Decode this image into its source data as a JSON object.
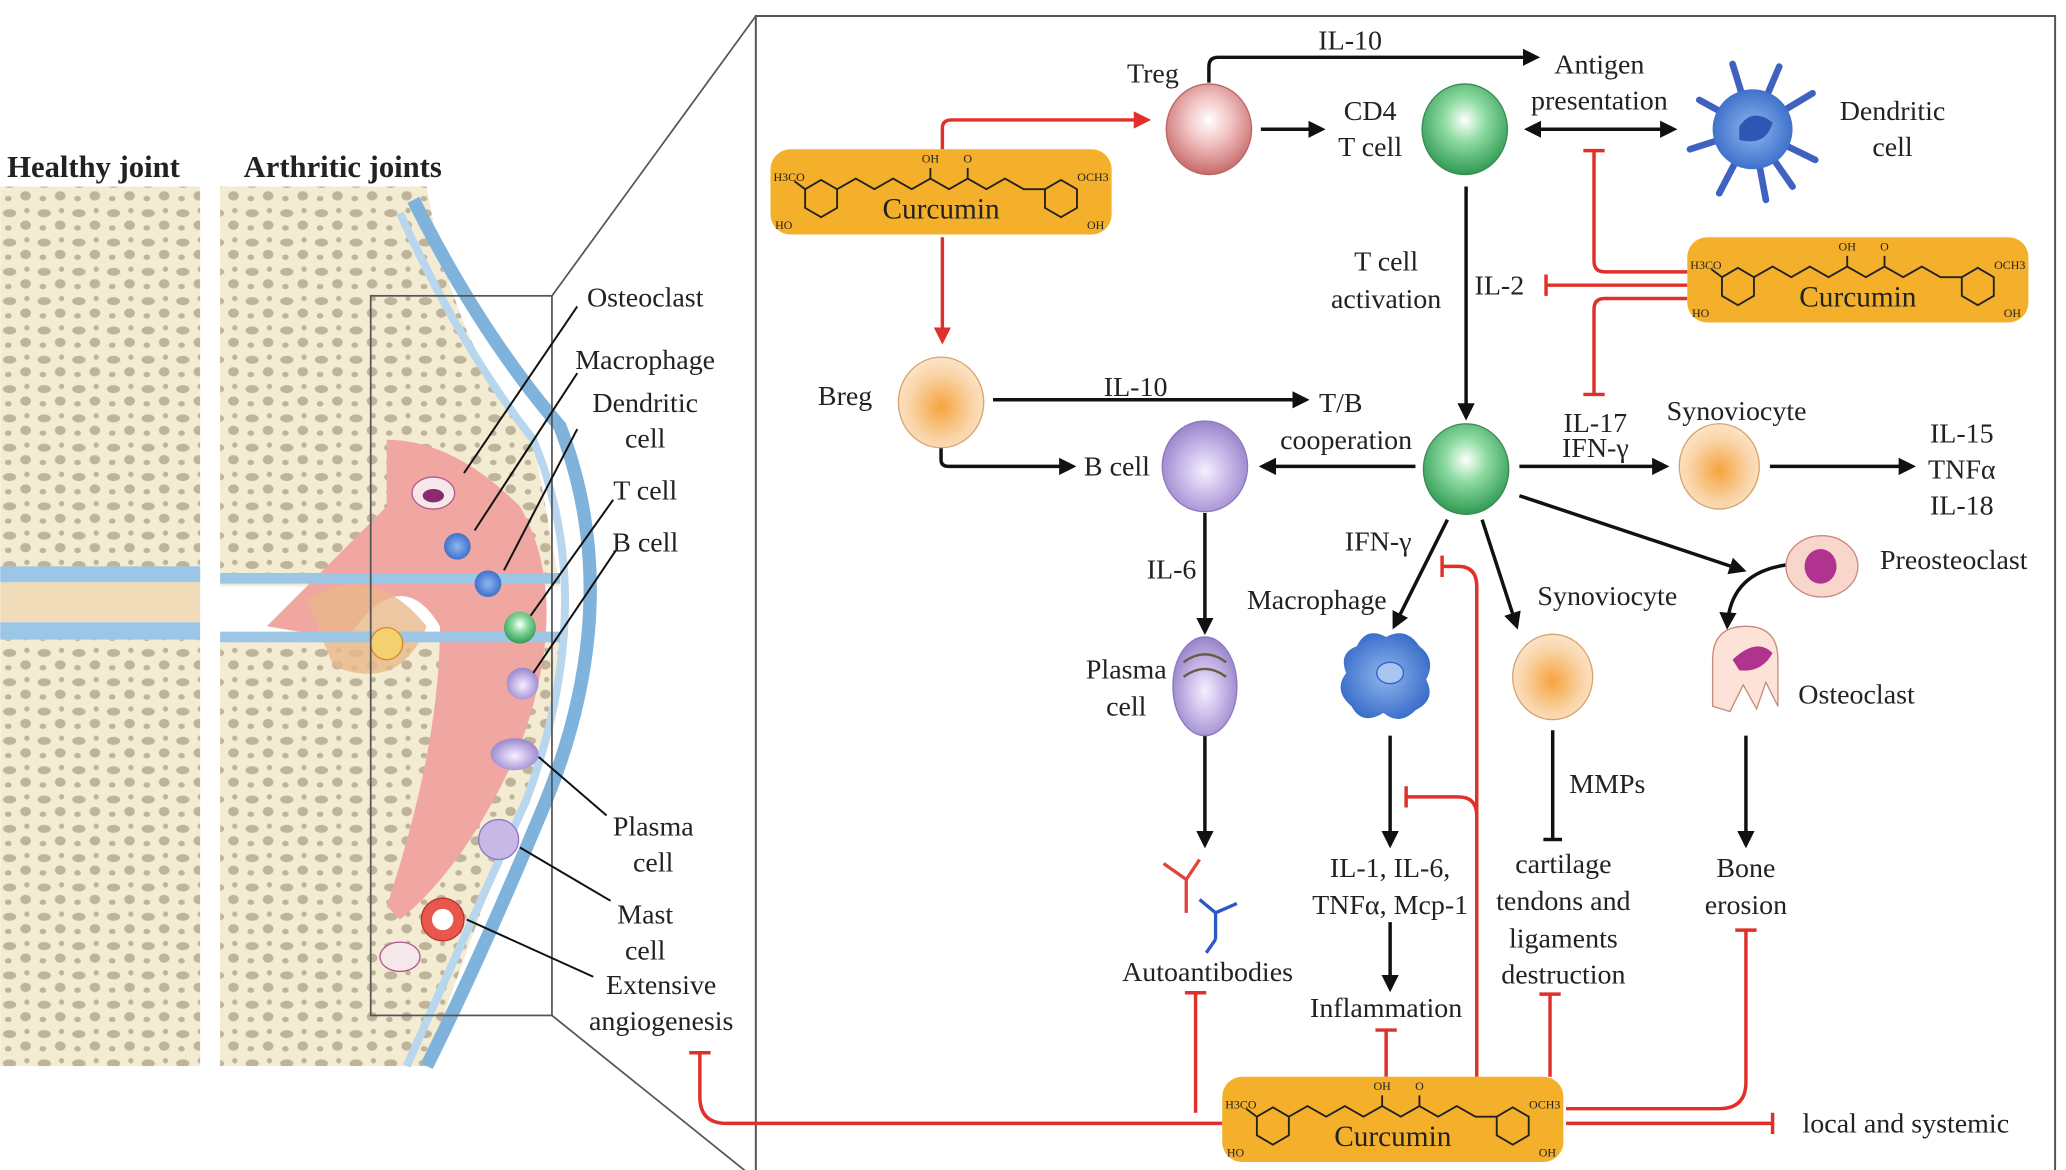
{
  "joint": {
    "healthy_label": "Healthy joint",
    "arthritic_label": "Arthritic joints",
    "callouts": [
      {
        "lines": [
          "Osteoclast"
        ]
      },
      {
        "lines": [
          "Macrophage"
        ]
      },
      {
        "lines": [
          "Dendritic",
          "cell"
        ]
      },
      {
        "lines": [
          "T cell"
        ]
      },
      {
        "lines": [
          "B cell"
        ]
      },
      {
        "lines": [
          "Plasma",
          "cell"
        ]
      },
      {
        "lines": [
          "Mast",
          "cell"
        ]
      },
      {
        "lines": [
          "Extensive",
          "angiogenesis"
        ]
      }
    ]
  },
  "curcumin": {
    "name": "Curcumin",
    "groups": {
      "oh_top": "OH",
      "o_top": "O",
      "left_top": "H3CO",
      "right_top": "OCH3",
      "left_bottom": "HO",
      "right_bottom": "OH"
    }
  },
  "colors": {
    "inhibition": "#e0302a",
    "activation": "#111111",
    "curcumin_box": "#f4b02a",
    "treg": "#e8a3a3",
    "t_cell": "#5cc47a",
    "breg": "#f3b162",
    "b_cell": "#b7a6dc",
    "dendritic": "#4a6fcf",
    "macrophage": "#3d86d1"
  },
  "pathway": {
    "treg": "Treg",
    "il10_top": "IL-10",
    "cd4": [
      "CD4",
      "T cell"
    ],
    "antigen": [
      "Antigen",
      "presentation"
    ],
    "dendritic": [
      "Dendritic",
      "cell"
    ],
    "t_cell_activation": [
      "T cell",
      "activation"
    ],
    "il2": "IL-2",
    "breg": "Breg",
    "il10_mid": "IL-10",
    "tb": [
      "T/B",
      "cooperation"
    ],
    "b_cell": "B cell",
    "il17": [
      "IL-17",
      "IFN-γ"
    ],
    "synoviocyte_top": "Synoviocyte",
    "cytokines_right": [
      "IL-15",
      "TNFα",
      "IL-18"
    ],
    "preosteoclast": "Preosteoclast",
    "ifn": "IFN-γ",
    "il6": "IL-6",
    "macrophage": "Macrophage",
    "synoviocyte_mid": "Synoviocyte",
    "plasma": [
      "Plasma",
      "cell"
    ],
    "osteoclast": "Osteoclast",
    "mmps": "MMPs",
    "il1": [
      "IL-1, IL-6,",
      "TNFα, Mcp-1"
    ],
    "cartilage": [
      "cartilage",
      "tendons and",
      "ligaments",
      "destruction"
    ],
    "bone": [
      "Bone",
      "erosion"
    ],
    "autoantibodies": "Autoantibodies",
    "inflammation": "Inflammation",
    "local": "local and systemic"
  }
}
